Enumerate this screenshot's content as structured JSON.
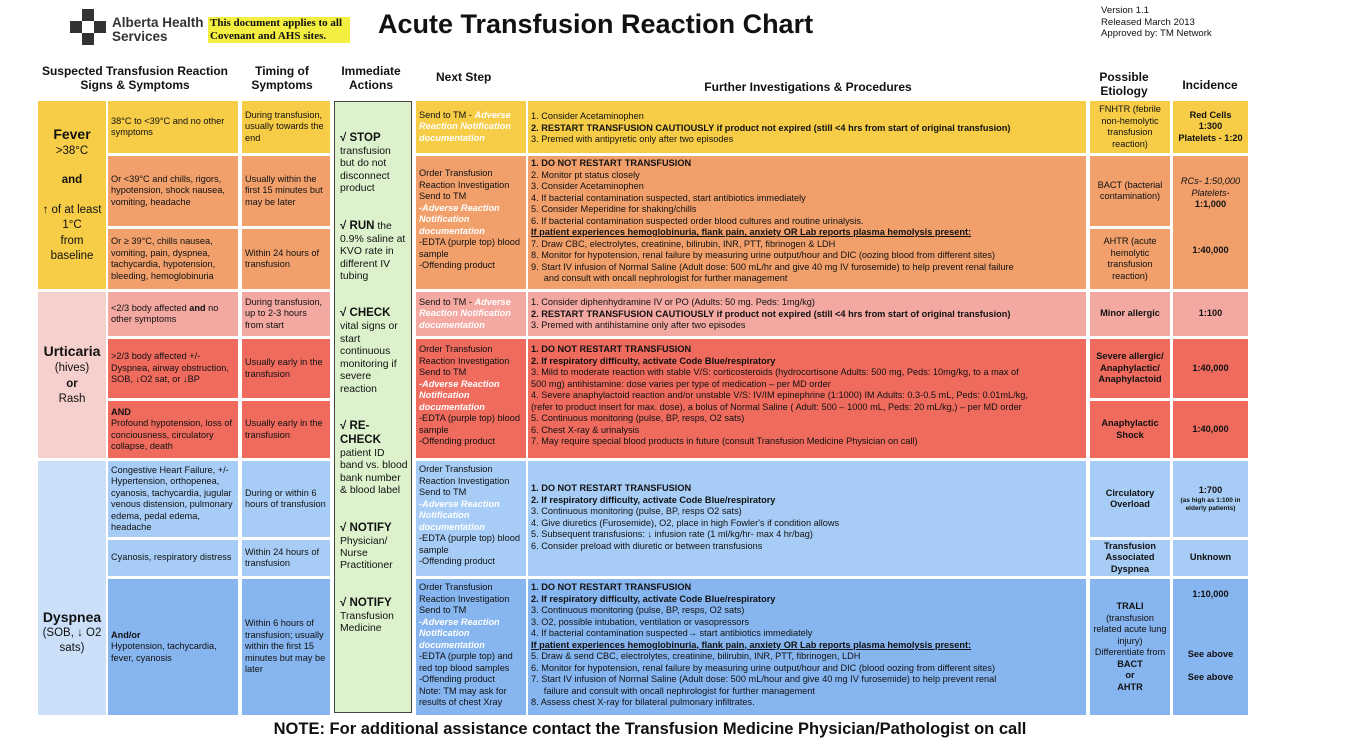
{
  "header": {
    "logo_text": [
      "Alberta Health",
      "Services"
    ],
    "applies_note": "This document applies to all Covenant and AHS sites.",
    "title": "Acute Transfusion Reaction Chart",
    "version": "Version 1.1",
    "released": "Released March 2013",
    "approved": "Approved by: TM Network"
  },
  "columns": {
    "signs": "Suspected Transfusion Reaction Signs & Symptoms",
    "timing": "Timing of Symptoms",
    "actions": "Immediate Actions",
    "next": "Next Step",
    "further": "Further Investigations & Procedures",
    "etiology": "Possible Etiology",
    "incidence": "Incidence"
  },
  "immediate_actions": [
    {
      "kw": "STOP",
      "text": "transfusion but do not disconnect product"
    },
    {
      "kw": "RUN",
      "text": "the 0.9% saline at KVO rate in different IV tubing"
    },
    {
      "kw": "CHECK",
      "text": "vital signs or start continuous monitoring if severe reaction"
    },
    {
      "kw": "RE-CHECK",
      "text": "patient ID band vs. blood bank number & blood label"
    },
    {
      "kw": "NOTIFY",
      "text": "Physician/ Nurse Practitioner"
    },
    {
      "kw": "NOTIFY",
      "text": "Transfusion Medicine"
    }
  ],
  "groups": {
    "fever": [
      "Fever",
      ">38°C",
      "and",
      "↑ of at least 1°C",
      "from baseline"
    ],
    "urticaria": [
      "Urticaria",
      "(hives)",
      "or",
      "Rash"
    ],
    "dyspnea": [
      "Dyspnea",
      "(SOB, ↓ O2 sats)"
    ]
  },
  "rows": [
    {
      "sign": "38°C to <39°C and no other symptoms",
      "timing": "During transfusion, usually towards the end",
      "next": [
        "Send to TM - ",
        "Adverse Reaction Notification documentation"
      ],
      "further": [
        "1.  Consider Acetaminophen",
        "2.  RESTART TRANSFUSION CAUTIOUSLY if product not expired (still <4 hrs from start of original transfusion)",
        "3.  Premed with antipyretic only after two episodes"
      ],
      "etiology": "FNHTR (febrile non-hemolytic transfusion reaction)",
      "incidence": [
        "Red Cells",
        "1:300",
        "Platelets - 1:20"
      ]
    },
    {
      "sign": "Or <39°C and chills, rigors, hypotension, shock nausea, vomiting, headache",
      "timing": "Usually within the first 15 minutes but may be later",
      "etiology": "BACT (bacterial contamination)",
      "incidence": [
        "RCs- 1:50,000",
        "Platelets-",
        "1:1,000"
      ]
    },
    {
      "sign": "Or ≥ 39°C, chills nausea, vomiting, pain, dyspnea, tachycardia, hypotension, bleeding, hemoglobinuria",
      "timing": "Within 24 hours of transfusion",
      "etiology": "AHTR (acute hemolytic transfusion reaction)",
      "incidence": "1:40,000"
    }
  ],
  "fever_severe": {
    "next": [
      "Order Transfusion Reaction Investigation",
      "Send to TM",
      "-Adverse Reaction Notification documentation",
      "-EDTA (purple top) blood sample",
      "-Offending product"
    ],
    "further": [
      "1.  DO NOT RESTART TRANSFUSION",
      "2.  Monitor pt status closely",
      "3.  Consider Acetaminophen",
      "4.  If bacterial contamination suspected, start antibiotics immediately",
      "5.  Consider Meperidine for shaking/chills",
      "6.  If bacterial contamination suspected order blood cultures and routine urinalysis.",
      "If patient experiences hemoglobinuria, flank pain, anxiety OR Lab reports plasma hemolysis present:",
      "7.  Draw CBC, electrolytes, creatinine, bilirubin, INR, PTT, fibrinogen & LDH",
      "8.  Monitor for hypotension, renal failure by measuring urine output/hour and DIC (oozing blood from different sites)",
      "9.  Start IV infusion of Normal Saline (Adult dose: 500 mL/hr and give 40 mg IV furosemide) to help prevent renal failure",
      "     and consult with oncall nephrologist for further management"
    ]
  },
  "urticaria_rows": [
    {
      "sign": [
        "<2/3 body affected ",
        "and",
        " no other symptoms"
      ],
      "timing": "During transfusion, up to 2-3 hours from start",
      "next": [
        "Send to TM - ",
        "Adverse Reaction Notification documentation"
      ],
      "further": [
        "1.  Consider diphenhydramine IV or PO (Adults: 50 mg. Peds: 1mg/kg)",
        "2.  RESTART TRANSFUSION CAUTIOUSLY if product not expired (still <4 hrs from start of original transfusion)",
        "3.  Premed with antihistamine only after two episodes"
      ],
      "etiology": "Minor allergic",
      "incidence": "1:100"
    },
    {
      "sign": [
        ">2/3 body affected +/-",
        "Dyspnea, airway obstruction, SOB, ↓O2 sat, or ↓BP"
      ],
      "timing": "Usually early in the transfusion",
      "etiology": "Severe allergic/ Anaphylactic/ Anaphylactoid",
      "incidence": "1:40,000"
    },
    {
      "sign": [
        "AND",
        "Profound hypotension, loss of conciousness, circulatory collapse, death"
      ],
      "timing": "Usually early in the transfusion",
      "etiology": "Anaphylactic Shock",
      "incidence": "1:40,000"
    }
  ],
  "urticaria_severe": {
    "next": [
      "Order Transfusion Reaction Investigation",
      "Send to TM",
      "-Adverse Reaction Notification documentation",
      "-EDTA (purple top) blood sample",
      "-Offending product"
    ],
    "further": [
      "1.  DO NOT RESTART TRANSFUSION",
      "2.  If respiratory difficulty, activate Code Blue/respiratory",
      "3.  Mild to moderate reaction with stable V/S: corticosteroids (hydrocortisone Adults: 500 mg, Peds: 10mg/kg, to a max of",
      "500 mg) antihistamine: dose varies per type of medication – per MD order",
      "4.  Severe anaphylactoid reaction and/or unstable V/S: IV/IM epinephrine (1:1000) IM Adults: 0.3-0.5 mL, Peds: 0.01mL/kg,",
      "(refer to product insert for max. dose), a bolus of Normal Saline ( Adult: 500 – 1000 mL, Peds: 20 mL/kg,) – per MD order",
      "5.  Continuous monitoring (pulse, BP, resps, O2 sats)",
      "6.  Chest X-ray & urinalysis",
      "7.  May require special blood products in future (consult Transfusion Medicine Physician on call)"
    ]
  },
  "dyspnea_rows": [
    {
      "sign": "Congestive Heart Failure, +/- Hypertension, orthopenea, cyanosis, tachycardia, jugular venous distension, pulmonary edema, pedal edema, headache",
      "timing": "During or within 6 hours of transfusion",
      "next": [
        "Order Transfusion Reaction Investigation",
        "Send to TM",
        "-Adverse Reaction Notification documentation",
        "-EDTA (purple top) blood sample",
        "-Offending product"
      ],
      "further": [
        "1.  DO NOT RESTART TRANSFUSION",
        "2.  If respiratory difficulty, activate Code Blue/respiratory",
        "3.  Continuous monitoring (pulse, BP, resps O2 sats)",
        "4.  Give diuretics (Furosemide), O2, place in high Fowler's if condition allows",
        "5.  Subsequent transfusions:  ↓ infusion rate (1 ml/kg/hr- max 4 hr/bag)",
        "6.  Consider preload with diuretic or between transfusions"
      ],
      "etiology": "Circulatory Overload",
      "incidence": [
        "1:700",
        "(as high as 1:100 in elderly patients)"
      ]
    },
    {
      "sign": "Cyanosis, respiratory distress",
      "timing": "Within 24 hours of transfusion",
      "etiology": "Transfusion Associated Dyspnea",
      "incidence": "Unknown"
    },
    {
      "sign": [
        "And/or",
        "Hypotension, tachycardia, fever, cyanosis"
      ],
      "timing": "Within 6 hours of transfusion; usually within the first 15 minutes but may be later",
      "next": [
        "Order Transfusion Reaction Investigation",
        "Send to TM",
        "-Adverse Reaction Notification documentation",
        "-EDTA (purple top) and red top blood samples",
        "-Offending product",
        "Note:  TM may ask for results of chest Xray"
      ],
      "further": [
        "1.  DO NOT RESTART TRANSFUSION",
        "2.  If respiratory difficulty, activate Code Blue/respiratory",
        "3.  Continuous monitoring (pulse, BP, resps, O2 sats)",
        "3.  O2, possible intubation, ventilation or vasopressors",
        "4.  If bacterial contamination suspected→ start antibiotics immediately",
        "If patient experiences hemoglobinuria, flank pain, anxiety OR Lab reports plasma hemolysis present:",
        "5.  Draw & send CBC, electrolytes, creatinine, bilirubin, INR, PTT, fibrinogen, LDH",
        "6.  Monitor for hypotension, renal failure by measuring urine output/hour and DIC (blood oozing from different sites)",
        "7.  Start IV infusion of Normal Saline (Adult dose: 500 mL/hour and give 40 mg IV furosemide) to help prevent renal",
        "     failure and consult with oncall nephrologist for further management",
        "8. Assess chest X-ray for bilateral pulmonary infiltrates."
      ],
      "etiology": [
        "TRALI",
        "(transfusion related acute lung injury)",
        "Differentiate from",
        "BACT",
        "or",
        "AHTR"
      ],
      "incidence": [
        "1:10,000",
        "See above",
        "See above"
      ]
    }
  ],
  "footer": "NOTE: For additional assistance contact the Transfusion Medicine Physician/Pathologist on call"
}
